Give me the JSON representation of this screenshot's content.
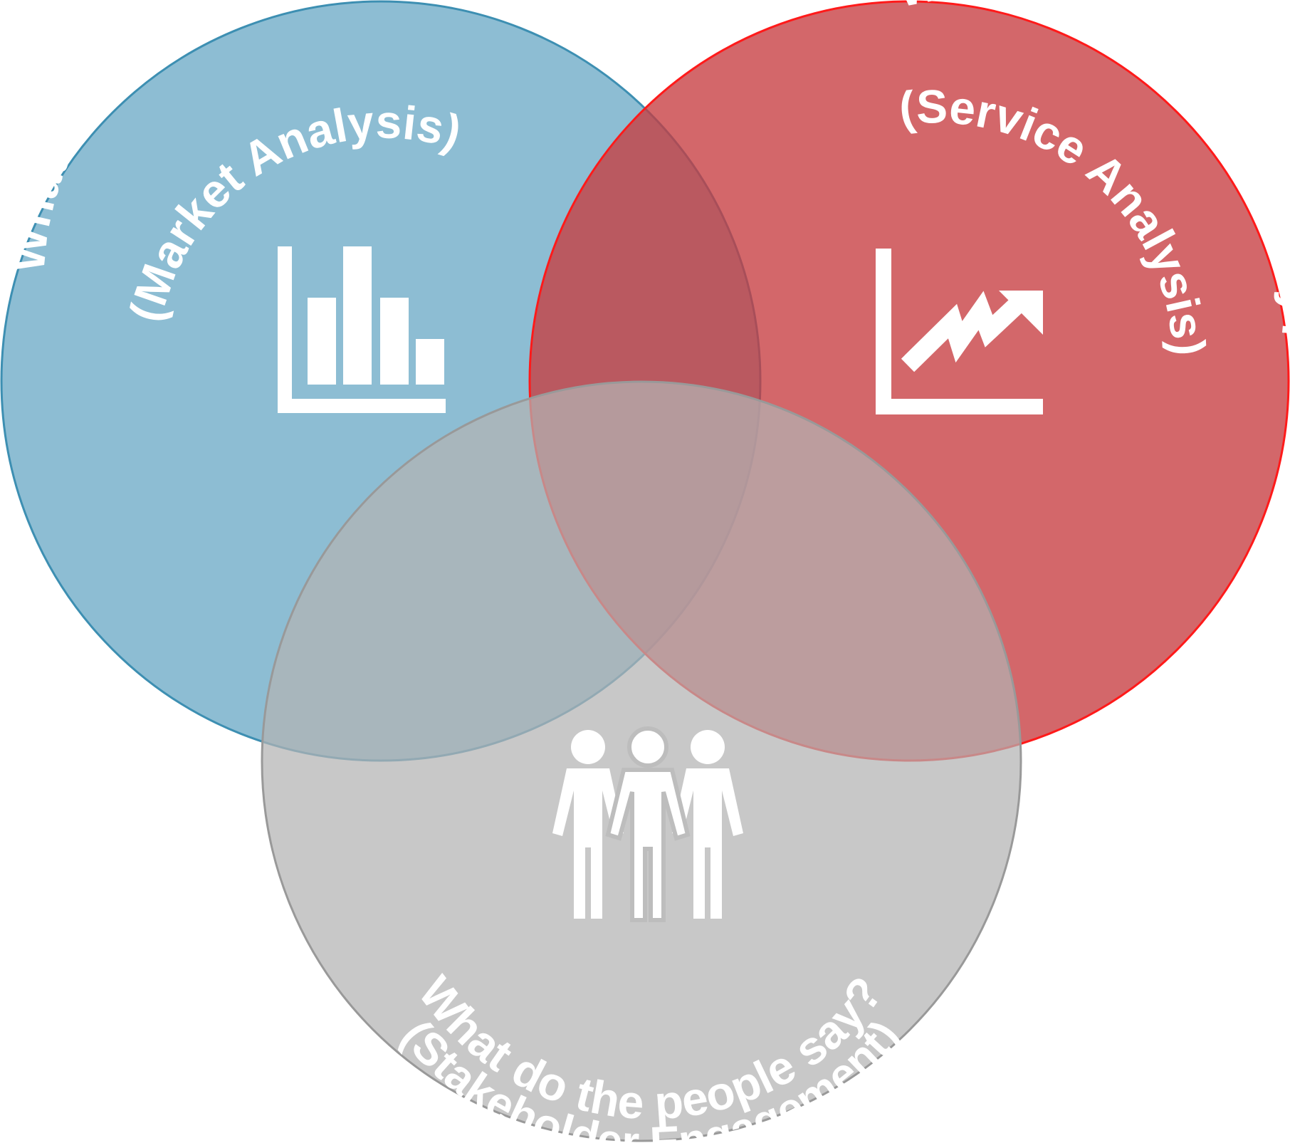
{
  "circles": {
    "market": {
      "question": "What does the market say?",
      "subtitle": "(Market Analysis)",
      "icon": "bar-chart-icon",
      "fill": "#8dbdd3",
      "stroke": "#3d8fb2"
    },
    "numbers": {
      "question": "What do the numbers say?",
      "subtitle": "(Service Analysis)",
      "icon": "trend-up-chart-icon",
      "fill": "#d56568",
      "stroke": "#ff1a1a"
    },
    "people": {
      "question": "What do the people say?",
      "subtitle": "(Stakeholder Engagement)",
      "icon": "people-group-icon",
      "fill": "#bdbdbd",
      "stroke": "#999999"
    }
  }
}
